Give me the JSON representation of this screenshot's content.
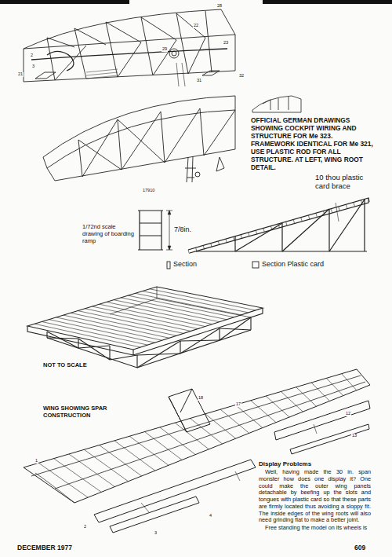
{
  "diagram": {
    "labels": [
      "OFFICIAL GERMAN DRAWINGS SHOWING COCKPIT WIRING AND STRUCTURE FOR Me 323. FRAMEWORK IDENTICAL FOR Me 321, USE PLASTIC ROD FOR ALL STRUCTURE. AT LEFT, WING ROOT DETAIL.",
      "17910",
      "1/72nd scale drawing of boarding ramp",
      "7/8in.",
      "10 thou plastic card brace",
      "Section",
      "Section Plastic card",
      "NOT TO SCALE",
      "WING SHOWING SPAR CONSTRUCTION",
      "Display Problems",
      "Well, having made the 30 in. span monster how does one display it? One could make the outer wing panels detachable by beefing up the slots and tongues with plastic card so that these parts are firmly located thus avoiding a sloppy fit. The inside edges of the wing roots will also need grinding flat to make a better joint.",
      "Free standing the model on its wheels is",
      "DECEMBER 1977",
      "609",
      "28",
      "22",
      "2",
      "3",
      "29",
      "23",
      "31",
      "32",
      "21",
      "1",
      "2",
      "3",
      "4",
      "12",
      "13",
      "17",
      "18"
    ]
  }
}
